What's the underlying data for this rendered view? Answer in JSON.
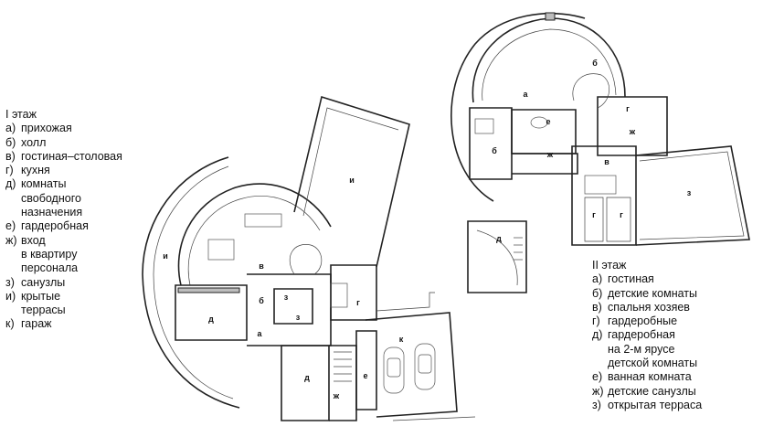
{
  "floor1": {
    "title": "I этаж",
    "items": [
      {
        "key": "а)",
        "text": "прихожая"
      },
      {
        "key": "б)",
        "text": "холл"
      },
      {
        "key": "в)",
        "text": "гостиная–столовая"
      },
      {
        "key": "г)",
        "text": "кухня"
      },
      {
        "key": "д)",
        "text": "комнаты\nсвободного\nназначения"
      },
      {
        "key": "е)",
        "text": "гардеробная"
      },
      {
        "key": "ж)",
        "text": "вход\nв квартиру\nперсонала"
      },
      {
        "key": "з)",
        "text": "санузлы"
      },
      {
        "key": "и)",
        "text": "крытые\nтеррасы"
      },
      {
        "key": "к)",
        "text": "гараж"
      }
    ],
    "plan_labels": {
      "a": "а",
      "b": "б",
      "v": "в",
      "g": "г",
      "d1": "д",
      "d2": "д",
      "e": "е",
      "zh": "ж",
      "z1": "з",
      "z2": "з",
      "i1": "и",
      "i2": "и",
      "k": "к"
    }
  },
  "floor2": {
    "title": "II этаж",
    "items": [
      {
        "key": "а)",
        "text": "гостиная"
      },
      {
        "key": "б)",
        "text": "детские комнаты"
      },
      {
        "key": "в)",
        "text": "спальня хозяев"
      },
      {
        "key": "г)",
        "text": "гардеробные"
      },
      {
        "key": "д)",
        "text": "гардеробная\nна 2-м ярусе\nдетской комнаты"
      },
      {
        "key": "е)",
        "text": "ванная комната"
      },
      {
        "key": "ж)",
        "text": "детские санузлы"
      },
      {
        "key": "з)",
        "text": "открытая терраса"
      }
    ],
    "plan_labels": {
      "a": "а",
      "b1": "б",
      "b2": "б",
      "v": "в",
      "g1": "г",
      "g2": "г",
      "g3": "г",
      "d": "д",
      "e": "е",
      "zh1": "ж",
      "zh2": "ж",
      "z": "з"
    }
  }
}
